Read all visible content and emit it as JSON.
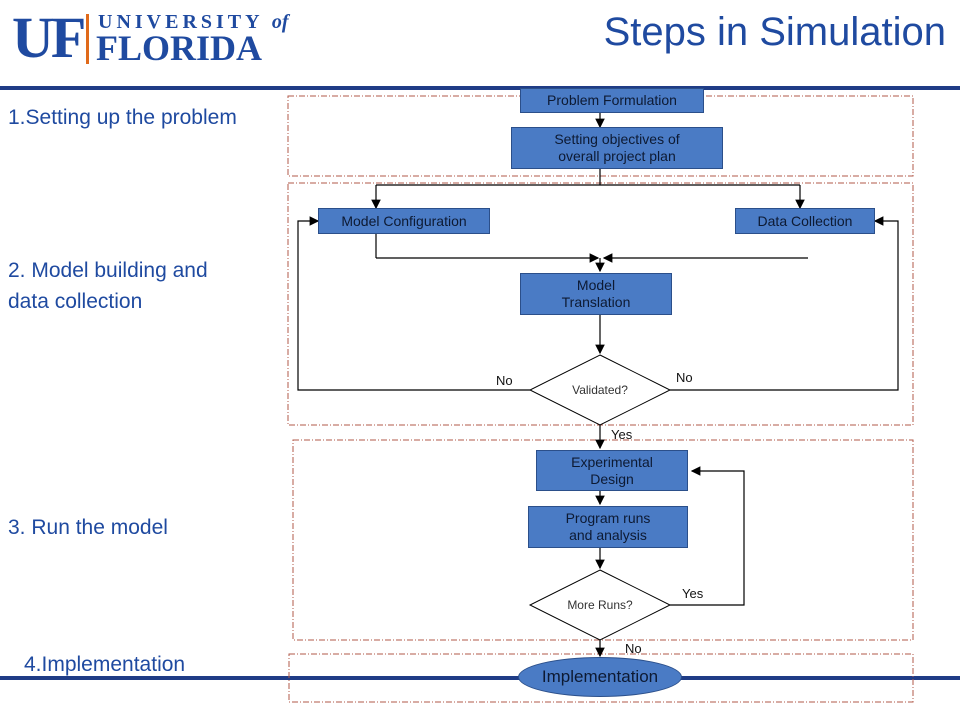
{
  "header": {
    "logo_uf": "UF",
    "logo_university": "UNIVERSITY",
    "logo_of": "of",
    "logo_florida": "FLORIDA",
    "title": "Steps in Simulation",
    "accent_color": "#1f4aa0",
    "logo_bar_color": "#e06a1a"
  },
  "phases": {
    "p1": "1.Setting up the problem",
    "p2_line1": "2. Model building and",
    "p2_line2": "data collection",
    "p3": "3. Run the model",
    "p4": "4.Implementation"
  },
  "flow": {
    "problem_formulation": "Problem Formulation",
    "objectives_line1": "Setting objectives of",
    "objectives_line2": "overall project plan",
    "model_configuration": "Model Configuration",
    "data_collection": "Data Collection",
    "translation_line1": "Model",
    "translation_line2": "Translation",
    "validated": "Validated?",
    "no_left": "No",
    "no_right": "No",
    "yes_validated": "Yes",
    "experimental_line1": "Experimental",
    "experimental_line2": "Design",
    "runs_line1": "Program runs",
    "runs_line2": "and analysis",
    "more_runs": "More Runs?",
    "yes_more": "Yes",
    "no_more": "No",
    "implementation": "Implementation",
    "box_color": "#4a7bc5"
  }
}
